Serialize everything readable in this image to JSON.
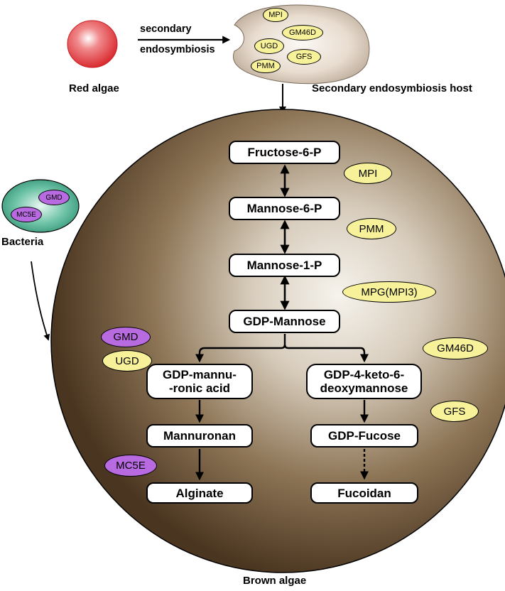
{
  "colors": {
    "enzyme_yellow": "#f7f19a",
    "enzyme_purple": "#b86be0",
    "red_algae": "#e63a3f",
    "bacteria": "#3fa887",
    "host_cell": "#d8c8b8",
    "brown_dark": "#4a3520",
    "brown_light": "#f4f1ea"
  },
  "labels": {
    "red_algae": "Red algae",
    "arrow_top": "secondary",
    "arrow_bottom": "endosymbiosis",
    "host": "Secondary endosymbiosis host",
    "bacteria": "Bacteria",
    "brown_algae": "Brown algae"
  },
  "host_enzymes": [
    "MPI",
    "GM46D",
    "UGD",
    "GFS",
    "PMM"
  ],
  "bacteria_enzymes": [
    "GMD",
    "MC5E"
  ],
  "pathway": {
    "fructose6p": "Fructose-6-P",
    "mannose6p": "Mannose-6-P",
    "mannose1p": "Mannose-1-P",
    "gdp_mannose": "GDP-Mannose",
    "gdp_mannuronic_1": "GDP-mannu-",
    "gdp_mannuronic_2": "-ronic acid",
    "gdp_keto_1": "GDP-4-keto-6-",
    "gdp_keto_2": "deoxymannose",
    "mannuronan": "Mannuronan",
    "gdp_fucose": "GDP-Fucose",
    "alginate": "Alginate",
    "fucoidan": "Fucoidan"
  },
  "enzymes": {
    "mpi": "MPI",
    "pmm": "PMM",
    "mpg": "MPG(MPI3)",
    "gm46d": "GM46D",
    "gfs": "GFS",
    "gmd": "GMD",
    "ugd": "UGD",
    "mc5e": "MC5E"
  }
}
